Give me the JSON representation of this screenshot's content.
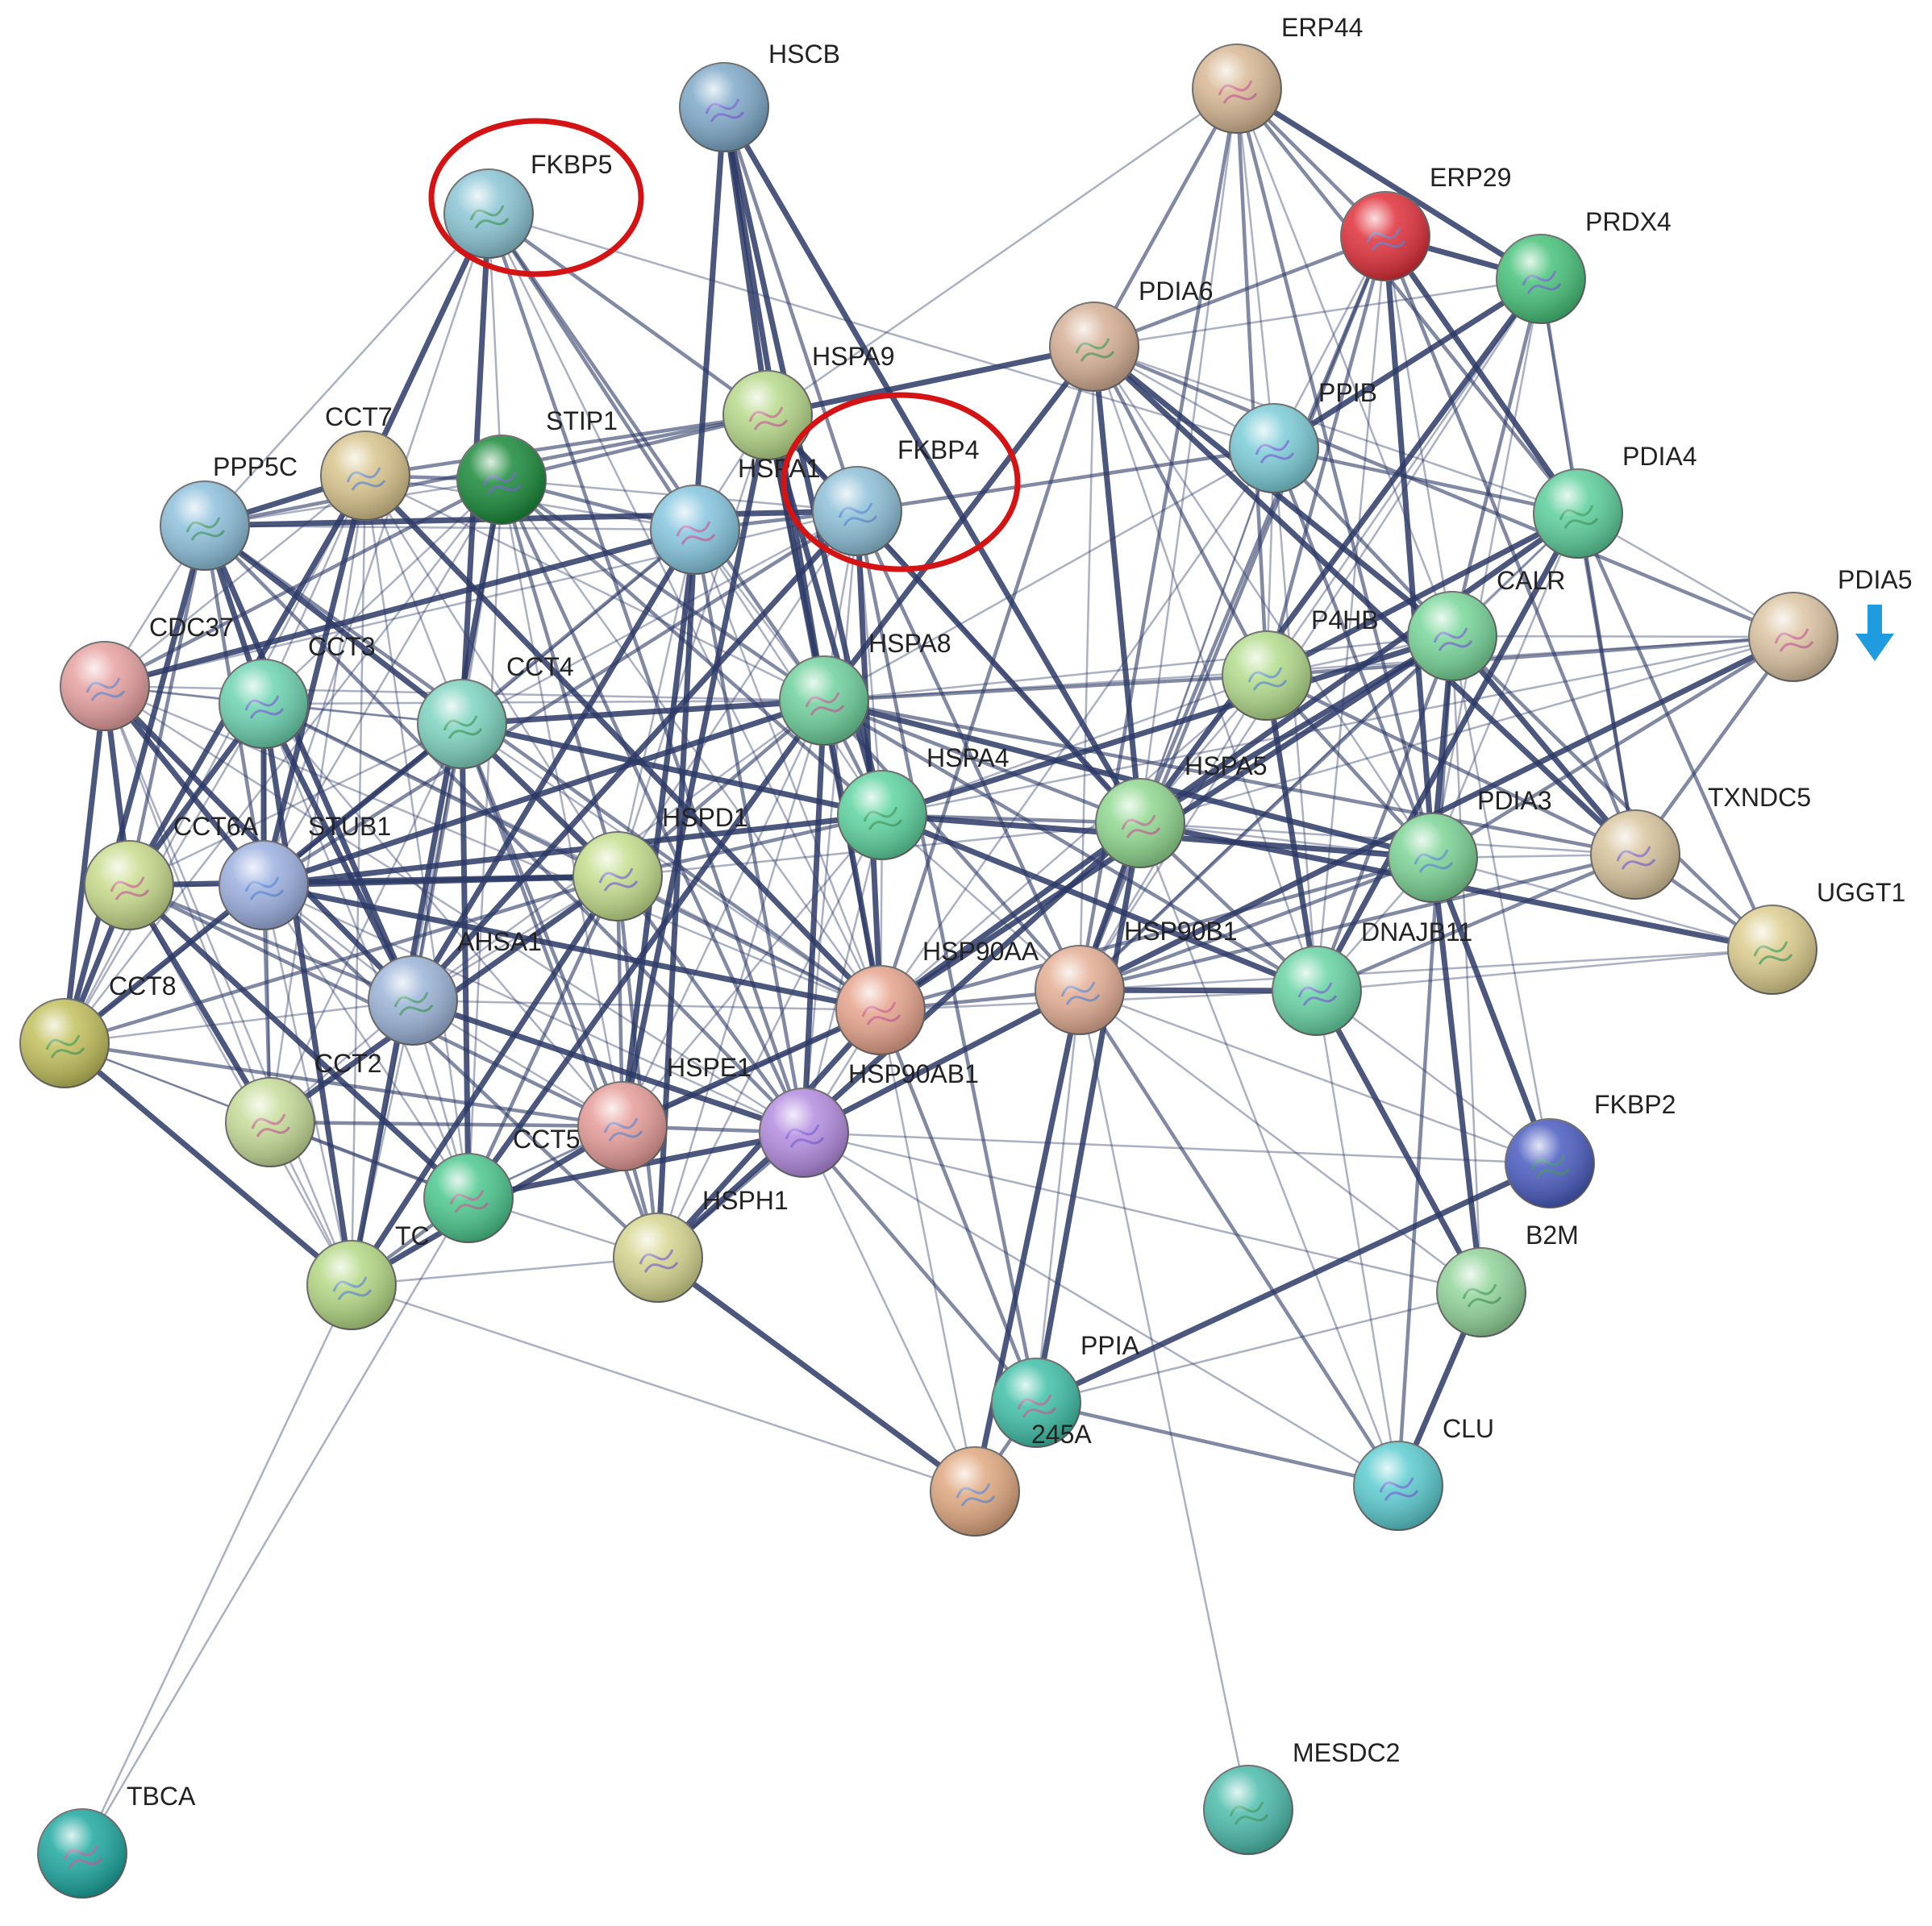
{
  "nodes": [
    {
      "id": "HSCB",
      "label": "HSCB",
      "color": "#7fa9c9"
    },
    {
      "id": "FKBP5",
      "label": "FKBP5",
      "color": "#8cc6d6"
    },
    {
      "id": "ERP44",
      "label": "ERP44",
      "color": "#d8b894"
    },
    {
      "id": "ERP29",
      "label": "ERP29",
      "color": "#e0303a"
    },
    {
      "id": "PRDX4",
      "label": "PRDX4",
      "color": "#47c27a"
    },
    {
      "id": "PDIA6",
      "label": "PDIA6",
      "color": "#d6b096"
    },
    {
      "id": "HSPA9",
      "label": "HSPA9",
      "color": "#b7d98a"
    },
    {
      "id": "CCT7",
      "label": "CCT7",
      "color": "#d8c48c"
    },
    {
      "id": "STIP1",
      "label": "STIP1",
      "color": "#1a8a3a"
    },
    {
      "id": "PPP5C",
      "label": "PPP5C",
      "color": "#8ec0dc"
    },
    {
      "id": "HSPA1",
      "label": "HSPA1",
      "color": "#86c6e0"
    },
    {
      "id": "FKBP4",
      "label": "FKBP4",
      "color": "#8ec0d8"
    },
    {
      "id": "PPIB",
      "label": "PPIB",
      "color": "#7ccdd8"
    },
    {
      "id": "PDIA4",
      "label": "PDIA4",
      "color": "#5ccf9c"
    },
    {
      "id": "PDIA5",
      "label": "PDIA5",
      "color": "#dcc4a2"
    },
    {
      "id": "CDC37",
      "label": "CDC37",
      "color": "#e7a0a0"
    },
    {
      "id": "CCT3",
      "label": "CCT3",
      "color": "#6cd3b0"
    },
    {
      "id": "CCT4",
      "label": "CCT4",
      "color": "#7ed4c0"
    },
    {
      "id": "HSPA8",
      "label": "HSPA8",
      "color": "#6ed19c"
    },
    {
      "id": "P4HB",
      "label": "P4HB",
      "color": "#b3dc8c"
    },
    {
      "id": "CALR",
      "label": "CALR",
      "color": "#78d69a"
    },
    {
      "id": "HSPA4",
      "label": "HSPA4",
      "color": "#5ed4a0"
    },
    {
      "id": "HSPA5",
      "label": "HSPA5",
      "color": "#90d890"
    },
    {
      "id": "PDIA3",
      "label": "PDIA3",
      "color": "#7cd496"
    },
    {
      "id": "TXNDC5",
      "label": "TXNDC5",
      "color": "#d8c49c"
    },
    {
      "id": "UGGT1",
      "label": "UGGT1",
      "color": "#dccd8e"
    },
    {
      "id": "CCT6A",
      "label": "CCT6A",
      "color": "#c8dc8c"
    },
    {
      "id": "STUB1",
      "label": "STUB1",
      "color": "#9cb0e0"
    },
    {
      "id": "HSPD1",
      "label": "HSPD1",
      "color": "#c4de8c"
    },
    {
      "id": "AHSA1",
      "label": "AHSA1",
      "color": "#9cb4d8"
    },
    {
      "id": "HSP90AA",
      "label": "HSP90AA",
      "color": "#e6a48c"
    },
    {
      "id": "HSP90B1",
      "label": "HSP90B1",
      "color": "#e4ae94"
    },
    {
      "id": "DNAJB11",
      "label": "DNAJB11",
      "color": "#68d4a4"
    },
    {
      "id": "CCT8",
      "label": "CCT8",
      "color": "#c2c05c"
    },
    {
      "id": "CCT2",
      "label": "CCT2",
      "color": "#c6dc98"
    },
    {
      "id": "HSPE1",
      "label": "HSPE1",
      "color": "#e69c98"
    },
    {
      "id": "HSP90AB1",
      "label": "HSP90AB1",
      "color": "#b48ce0"
    },
    {
      "id": "FKBP2",
      "label": "FKBP2",
      "color": "#4a5cc0"
    },
    {
      "id": "CCT5",
      "label": "CCT5",
      "color": "#4cc88e"
    },
    {
      "id": "TC",
      "label": "TC",
      "color": "#b4d884"
    },
    {
      "id": "HSPH1",
      "label": "HSPH1",
      "color": "#d6d690"
    },
    {
      "id": "B2M",
      "label": "B2M",
      "color": "#92d49a"
    },
    {
      "id": "PPIA",
      "label": "PPIA",
      "color": "#40c0a8"
    },
    {
      "id": "245A",
      "label": "245A",
      "color": "#e0a880"
    },
    {
      "id": "CLU",
      "label": "CLU",
      "color": "#5cccd0"
    },
    {
      "id": "MESDC2",
      "label": "MESDC2",
      "color": "#4cbcac"
    },
    {
      "id": "TBCA",
      "label": "TBCA",
      "color": "#1ea8a0"
    }
  ],
  "edges": [
    [
      "FKBP5",
      "PPP5C"
    ],
    [
      "FKBP5",
      "CCT7"
    ],
    [
      "FKBP5",
      "STIP1"
    ],
    [
      "FKBP5",
      "HSPA1"
    ],
    [
      "FKBP5",
      "HSPA9"
    ],
    [
      "FKBP5",
      "HSPA8"
    ],
    [
      "FKBP5",
      "HSP90AA"
    ],
    [
      "FKBP5",
      "PPIB"
    ],
    [
      "FKBP5",
      "HSP90AB1"
    ],
    [
      "FKBP5",
      "STUB1"
    ],
    [
      "FKBP5",
      "CCT4"
    ],
    [
      "HSCB",
      "HSPA9"
    ],
    [
      "HSCB",
      "HSPA1"
    ],
    [
      "HSCB",
      "HSPA8"
    ],
    [
      "HSCB",
      "FKBP4"
    ],
    [
      "HSCB",
      "HSPA5"
    ],
    [
      "HSCB",
      "HSPA4"
    ],
    [
      "ERP44",
      "ERP29"
    ],
    [
      "ERP44",
      "PRDX4"
    ],
    [
      "ERP44",
      "PDIA6"
    ],
    [
      "ERP44",
      "P4HB"
    ],
    [
      "ERP44",
      "CALR"
    ],
    [
      "ERP44",
      "HSPA5"
    ],
    [
      "ERP44",
      "PDIA3"
    ],
    [
      "ERP44",
      "PDIA4"
    ],
    [
      "ERP44",
      "PPIB"
    ],
    [
      "ERP44",
      "HSP90B1"
    ],
    [
      "ERP44",
      "HSPA9"
    ],
    [
      "ERP29",
      "PRDX4"
    ],
    [
      "ERP29",
      "PDIA6"
    ],
    [
      "ERP29",
      "P4HB"
    ],
    [
      "ERP29",
      "CALR"
    ],
    [
      "ERP29",
      "HSPA5"
    ],
    [
      "ERP29",
      "PDIA3"
    ],
    [
      "ERP29",
      "PDIA4"
    ],
    [
      "ERP29",
      "HSP90B1"
    ],
    [
      "ERP29",
      "PPIB"
    ],
    [
      "ERP29",
      "TXNDC5"
    ],
    [
      "ERP29",
      "DNAJB11"
    ],
    [
      "PRDX4",
      "PDIA6"
    ],
    [
      "PRDX4",
      "PDIA4"
    ],
    [
      "PRDX4",
      "P4HB"
    ],
    [
      "PRDX4",
      "CALR"
    ],
    [
      "PRDX4",
      "HSPA5"
    ],
    [
      "PRDX4",
      "PDIA3"
    ],
    [
      "PRDX4",
      "HSP90B1"
    ],
    [
      "PRDX4",
      "TXNDC5"
    ],
    [
      "PRDX4",
      "PPIB"
    ],
    [
      "PDIA6",
      "P4HB"
    ],
    [
      "PDIA6",
      "CALR"
    ],
    [
      "PDIA6",
      "HSPA5"
    ],
    [
      "PDIA6",
      "PDIA3"
    ],
    [
      "PDIA6",
      "PDIA4"
    ],
    [
      "PDIA6",
      "HSP90B1"
    ],
    [
      "PDIA6",
      "PPIB"
    ],
    [
      "PDIA6",
      "DNAJB11"
    ],
    [
      "PDIA6",
      "HSPA8"
    ],
    [
      "PDIA6",
      "HSPA9"
    ],
    [
      "PDIA6",
      "TXNDC5"
    ],
    [
      "PDIA6",
      "HSP90AA"
    ],
    [
      "HSPA9",
      "HSPA1"
    ],
    [
      "HSPA9",
      "HSPA8"
    ],
    [
      "HSPA9",
      "HSPD1"
    ],
    [
      "HSPA9",
      "HSPA4"
    ],
    [
      "HSPA9",
      "STIP1"
    ],
    [
      "HSPA9",
      "HSPA5"
    ],
    [
      "HSPA9",
      "HSP90AA"
    ],
    [
      "HSPA9",
      "CCT7"
    ],
    [
      "HSPA9",
      "PPP5C"
    ],
    [
      "HSPA9",
      "HSPE1"
    ],
    [
      "HSPA9",
      "FKBP4"
    ],
    [
      "CCT7",
      "STIP1"
    ],
    [
      "CCT7",
      "PPP5C"
    ],
    [
      "CCT7",
      "CCT3"
    ],
    [
      "CCT7",
      "CCT4"
    ],
    [
      "CCT7",
      "CCT6A"
    ],
    [
      "CCT7",
      "CCT8"
    ],
    [
      "CCT7",
      "CCT2"
    ],
    [
      "CCT7",
      "CCT5"
    ],
    [
      "CCT7",
      "TC"
    ],
    [
      "CCT7",
      "HSPD1"
    ],
    [
      "CCT7",
      "HSPA8"
    ],
    [
      "CCT7",
      "STUB1"
    ],
    [
      "CCT7",
      "HSPA1"
    ],
    [
      "CCT7",
      "CDC37"
    ],
    [
      "CCT7",
      "HSP90AA"
    ],
    [
      "STIP1",
      "PPP5C"
    ],
    [
      "STIP1",
      "HSPA1"
    ],
    [
      "STIP1",
      "FKBP4"
    ],
    [
      "STIP1",
      "HSPA8"
    ],
    [
      "STIP1",
      "HSP90AA"
    ],
    [
      "STIP1",
      "HSP90AB1"
    ],
    [
      "STIP1",
      "STUB1"
    ],
    [
      "STIP1",
      "AHSA1"
    ],
    [
      "STIP1",
      "CDC37"
    ],
    [
      "STIP1",
      "CCT3"
    ],
    [
      "STIP1",
      "CCT4"
    ],
    [
      "STIP1",
      "HSPA4"
    ],
    [
      "STIP1",
      "HSPD1"
    ],
    [
      "STIP1",
      "CCT5"
    ],
    [
      "STIP1",
      "HSPE1"
    ],
    [
      "STIP1",
      "TC"
    ],
    [
      "STIP1",
      "CCT8"
    ],
    [
      "PPP5C",
      "CDC37"
    ],
    [
      "PPP5C",
      "CCT3"
    ],
    [
      "PPP5C",
      "CCT4"
    ],
    [
      "PPP5C",
      "STUB1"
    ],
    [
      "PPP5C",
      "HSP90AA"
    ],
    [
      "PPP5C",
      "HSP90AB1"
    ],
    [
      "PPP5C",
      "AHSA1"
    ],
    [
      "PPP5C",
      "CCT6A"
    ],
    [
      "PPP5C",
      "CCT8"
    ],
    [
      "PPP5C",
      "HSPA1"
    ],
    [
      "PPP5C",
      "FKBP4"
    ],
    [
      "HSPA1",
      "FKBP4"
    ],
    [
      "HSPA1",
      "HSPA8"
    ],
    [
      "HSPA1",
      "HSPA4"
    ],
    [
      "HSPA1",
      "HSP90AA"
    ],
    [
      "HSPA1",
      "HSP90AB1"
    ],
    [
      "HSPA1",
      "STUB1"
    ],
    [
      "HSPA1",
      "HSPD1"
    ],
    [
      "HSPA1",
      "CDC37"
    ],
    [
      "HSPA1",
      "HSPE1"
    ],
    [
      "HSPA1",
      "HSPH1"
    ],
    [
      "HSPA1",
      "CCT4"
    ],
    [
      "HSPA1",
      "AHSA1"
    ],
    [
      "FKBP4",
      "HSPA8"
    ],
    [
      "FKBP4",
      "HSP90AA"
    ],
    [
      "FKBP4",
      "HSP90AB1"
    ],
    [
      "FKBP4",
      "HSPA4"
    ],
    [
      "FKBP4",
      "STUB1"
    ],
    [
      "FKBP4",
      "HSPD1"
    ],
    [
      "FKBP4",
      "CDC37"
    ],
    [
      "FKBP4",
      "AHSA1"
    ],
    [
      "FKBP4",
      "PPIB"
    ],
    [
      "FKBP4",
      "HSP90B1"
    ],
    [
      "FKBP4",
      "CCT4"
    ],
    [
      "FKBP4",
      "HSPA5"
    ],
    [
      "FKBP4",
      "PPIA"
    ],
    [
      "PPIB",
      "P4HB"
    ],
    [
      "PPIB",
      "CALR"
    ],
    [
      "PPIB",
      "HSPA5"
    ],
    [
      "PPIB",
      "PDIA3"
    ],
    [
      "PPIB",
      "PDIA4"
    ],
    [
      "PPIB",
      "HSP90B1"
    ],
    [
      "PPIB",
      "DNAJB11"
    ],
    [
      "PPIB",
      "HSP90AA"
    ],
    [
      "PPIB",
      "HSPA8"
    ],
    [
      "PDIA4",
      "P4HB"
    ],
    [
      "PDIA4",
      "CALR"
    ],
    [
      "PDIA4",
      "HSPA5"
    ],
    [
      "PDIA4",
      "PDIA3"
    ],
    [
      "PDIA4",
      "HSP90B1"
    ],
    [
      "PDIA4",
      "TXNDC5"
    ],
    [
      "PDIA4",
      "UGGT1"
    ],
    [
      "PDIA4",
      "DNAJB11"
    ],
    [
      "PDIA4",
      "PDIA5"
    ],
    [
      "PDIA5",
      "CALR"
    ],
    [
      "PDIA5",
      "P4HB"
    ],
    [
      "PDIA5",
      "HSPA5"
    ],
    [
      "PDIA5",
      "PDIA3"
    ],
    [
      "PDIA5",
      "HSP90B1"
    ],
    [
      "PDIA5",
      "PDIA6"
    ],
    [
      "PDIA5",
      "TXNDC5"
    ],
    [
      "PDIA5",
      "HSPA8"
    ],
    [
      "PDIA5",
      "HSPA4"
    ],
    [
      "CDC37",
      "CCT3"
    ],
    [
      "CDC37",
      "CCT4"
    ],
    [
      "CDC37",
      "CCT6A"
    ],
    [
      "CDC37",
      "STUB1"
    ],
    [
      "CDC37",
      "CCT8"
    ],
    [
      "CDC37",
      "CCT2"
    ],
    [
      "CDC37",
      "AHSA1"
    ],
    [
      "CDC37",
      "HSP90AA"
    ],
    [
      "CDC37",
      "HSP90AB1"
    ],
    [
      "CDC37",
      "HSPA8"
    ],
    [
      "CDC37",
      "TC"
    ],
    [
      "CCT3",
      "CCT4"
    ],
    [
      "CCT3",
      "CCT6A"
    ],
    [
      "CCT3",
      "STUB1"
    ],
    [
      "CCT3",
      "CCT8"
    ],
    [
      "CCT3",
      "CCT2"
    ],
    [
      "CCT3",
      "CCT5"
    ],
    [
      "CCT3",
      "TC"
    ],
    [
      "CCT3",
      "HSPD1"
    ],
    [
      "CCT3",
      "AHSA1"
    ],
    [
      "CCT3",
      "HSPA8"
    ],
    [
      "CCT3",
      "HSP90AA"
    ],
    [
      "CCT3",
      "HSPE1"
    ],
    [
      "CCT4",
      "CCT6A"
    ],
    [
      "CCT4",
      "STUB1"
    ],
    [
      "CCT4",
      "CCT8"
    ],
    [
      "CCT4",
      "CCT2"
    ],
    [
      "CCT4",
      "CCT5"
    ],
    [
      "CCT4",
      "TC"
    ],
    [
      "CCT4",
      "HSPD1"
    ],
    [
      "CCT4",
      "AHSA1"
    ],
    [
      "CCT4",
      "HSPA8"
    ],
    [
      "CCT4",
      "HSPA4"
    ],
    [
      "CCT4",
      "HSP90AA"
    ],
    [
      "CCT4",
      "HSPE1"
    ],
    [
      "CCT4",
      "HSPH1"
    ],
    [
      "HSPA8",
      "HSPA4"
    ],
    [
      "HSPA8",
      "HSPA5"
    ],
    [
      "HSPA8",
      "HSPD1"
    ],
    [
      "HSPA8",
      "HSP90AA"
    ],
    [
      "HSPA8",
      "HSP90AB1"
    ],
    [
      "HSPA8",
      "HSP90B1"
    ],
    [
      "HSPA8",
      "STUB1"
    ],
    [
      "HSPA8",
      "HSPE1"
    ],
    [
      "HSPA8",
      "HSPH1"
    ],
    [
      "HSPA8",
      "CCT5"
    ],
    [
      "HSPA8",
      "AHSA1"
    ],
    [
      "HSPA8",
      "P4HB"
    ],
    [
      "HSPA8",
      "CALR"
    ],
    [
      "HSPA8",
      "PDIA3"
    ],
    [
      "HSPA8",
      "DNAJB11"
    ],
    [
      "HSPA8",
      "TXNDC5"
    ],
    [
      "P4HB",
      "CALR"
    ],
    [
      "P4HB",
      "HSPA5"
    ],
    [
      "P4HB",
      "PDIA3"
    ],
    [
      "P4HB",
      "HSP90B1"
    ],
    [
      "P4HB",
      "DNAJB11"
    ],
    [
      "P4HB",
      "TXNDC5"
    ],
    [
      "P4HB",
      "HSP90AA"
    ],
    [
      "P4HB",
      "HSPA4"
    ],
    [
      "CALR",
      "HSPA5"
    ],
    [
      "CALR",
      "PDIA3"
    ],
    [
      "CALR",
      "HSP90B1"
    ],
    [
      "CALR",
      "DNAJB11"
    ],
    [
      "CALR",
      "TXNDC5"
    ],
    [
      "CALR",
      "UGGT1"
    ],
    [
      "CALR",
      "B2M"
    ],
    [
      "CALR",
      "FKBP2"
    ],
    [
      "CALR",
      "CLU"
    ],
    [
      "CALR",
      "HSP90AA"
    ],
    [
      "CALR",
      "HSPA4"
    ],
    [
      "HSPA4",
      "HSPA5"
    ],
    [
      "HSPA4",
      "HSPD1"
    ],
    [
      "HSPA4",
      "HSP90AA"
    ],
    [
      "HSPA4",
      "HSP90AB1"
    ],
    [
      "HSPA4",
      "HSP90B1"
    ],
    [
      "HSPA4",
      "HSPH1"
    ],
    [
      "HSPA4",
      "STUB1"
    ],
    [
      "HSPA4",
      "HSPE1"
    ],
    [
      "HSPA4",
      "DNAJB11"
    ],
    [
      "HSPA4",
      "PDIA3"
    ],
    [
      "HSPA5",
      "PDIA3"
    ],
    [
      "HSPA5",
      "HSP90B1"
    ],
    [
      "HSPA5",
      "DNAJB11"
    ],
    [
      "HSPA5",
      "HSP90AA"
    ],
    [
      "HSPA5",
      "HSPD1"
    ],
    [
      "HSPA5",
      "TXNDC5"
    ],
    [
      "HSPA5",
      "UGGT1"
    ],
    [
      "HSPA5",
      "HSPH1"
    ],
    [
      "HSPA5",
      "CLU"
    ],
    [
      "HSPA5",
      "PPIA"
    ],
    [
      "PDIA3",
      "HSP90B1"
    ],
    [
      "PDIA3",
      "DNAJB11"
    ],
    [
      "PDIA3",
      "TXNDC5"
    ],
    [
      "PDIA3",
      "UGGT1"
    ],
    [
      "PDIA3",
      "FKBP2"
    ],
    [
      "PDIA3",
      "B2M"
    ],
    [
      "PDIA3",
      "HSP90AA"
    ],
    [
      "TXNDC5",
      "UGGT1"
    ],
    [
      "TXNDC5",
      "HSP90B1"
    ],
    [
      "TXNDC5",
      "DNAJB11"
    ],
    [
      "UGGT1",
      "HSP90B1"
    ],
    [
      "UGGT1",
      "DNAJB11"
    ],
    [
      "CCT6A",
      "STUB1"
    ],
    [
      "CCT6A",
      "CCT8"
    ],
    [
      "CCT6A",
      "CCT2"
    ],
    [
      "CCT6A",
      "CCT5"
    ],
    [
      "CCT6A",
      "TC"
    ],
    [
      "CCT6A",
      "HSPD1"
    ],
    [
      "CCT6A",
      "AHSA1"
    ],
    [
      "CCT6A",
      "HSPE1"
    ],
    [
      "STUB1",
      "CCT8"
    ],
    [
      "STUB1",
      "CCT2"
    ],
    [
      "STUB1",
      "AHSA1"
    ],
    [
      "STUB1",
      "HSPD1"
    ],
    [
      "STUB1",
      "HSP90AA"
    ],
    [
      "STUB1",
      "HSP90AB1"
    ],
    [
      "STUB1",
      "CCT5"
    ],
    [
      "STUB1",
      "TC"
    ],
    [
      "STUB1",
      "HSPH1"
    ],
    [
      "HSPD1",
      "HSPE1"
    ],
    [
      "HSPD1",
      "HSP90AA"
    ],
    [
      "HSPD1",
      "HSP90AB1"
    ],
    [
      "HSPD1",
      "CCT2"
    ],
    [
      "HSPD1",
      "CCT5"
    ],
    [
      "HSPD1",
      "TC"
    ],
    [
      "HSPD1",
      "AHSA1"
    ],
    [
      "HSPD1",
      "HSPH1"
    ],
    [
      "HSPD1",
      "CCT8"
    ],
    [
      "AHSA1",
      "HSP90AA"
    ],
    [
      "AHSA1",
      "HSP90AB1"
    ],
    [
      "AHSA1",
      "CCT2"
    ],
    [
      "AHSA1",
      "CCT5"
    ],
    [
      "AHSA1",
      "TC"
    ],
    [
      "AHSA1",
      "HSPE1"
    ],
    [
      "AHSA1",
      "CCT8"
    ],
    [
      "HSP90AA",
      "HSP90B1"
    ],
    [
      "HSP90AA",
      "HSP90AB1"
    ],
    [
      "HSP90AA",
      "HSPE1"
    ],
    [
      "HSP90AA",
      "HSPH1"
    ],
    [
      "HSP90AA",
      "CCT5"
    ],
    [
      "HSP90AA",
      "PPIA"
    ],
    [
      "HSP90AA",
      "245A"
    ],
    [
      "HSP90AA",
      "DNAJB11"
    ],
    [
      "HSP90B1",
      "DNAJB11"
    ],
    [
      "HSP90B1",
      "HSP90AB1"
    ],
    [
      "HSP90B1",
      "PPIA"
    ],
    [
      "HSP90B1",
      "CLU"
    ],
    [
      "HSP90B1",
      "B2M"
    ],
    [
      "HSP90B1",
      "FKBP2"
    ],
    [
      "HSP90B1",
      "MESDC2"
    ],
    [
      "HSP90B1",
      "245A"
    ],
    [
      "DNAJB11",
      "FKBP2"
    ],
    [
      "DNAJB11",
      "B2M"
    ],
    [
      "DNAJB11",
      "CLU"
    ],
    [
      "CCT8",
      "CCT2"
    ],
    [
      "CCT8",
      "CCT5"
    ],
    [
      "CCT8",
      "TC"
    ],
    [
      "CCT8",
      "HSPE1"
    ],
    [
      "CCT2",
      "CCT5"
    ],
    [
      "CCT2",
      "TC"
    ],
    [
      "CCT2",
      "HSPE1"
    ],
    [
      "HSPE1",
      "HSP90AB1"
    ],
    [
      "HSPE1",
      "CCT5"
    ],
    [
      "HSPE1",
      "HSPH1"
    ],
    [
      "HSPE1",
      "TC"
    ],
    [
      "HSP90AB1",
      "HSPH1"
    ],
    [
      "HSP90AB1",
      "CCT5"
    ],
    [
      "HSP90AB1",
      "PPIA"
    ],
    [
      "HSP90AB1",
      "245A"
    ],
    [
      "HSP90AB1",
      "FKBP2"
    ],
    [
      "HSP90AB1",
      "CLU"
    ],
    [
      "HSP90AB1",
      "B2M"
    ],
    [
      "CCT5",
      "TC"
    ],
    [
      "CCT5",
      "HSPH1"
    ],
    [
      "CCT5",
      "TBCA"
    ],
    [
      "TC",
      "HSPH1"
    ],
    [
      "TC",
      "TBCA"
    ],
    [
      "TC",
      "245A"
    ],
    [
      "HSPH1",
      "245A"
    ],
    [
      "FKBP2",
      "PPIA"
    ],
    [
      "B2M",
      "CLU"
    ],
    [
      "PPIA",
      "245A"
    ],
    [
      "PPIA",
      "CLU"
    ],
    [
      "PPIA",
      "B2M"
    ]
  ],
  "highlights": [
    {
      "target": "FKBP5",
      "color": "#d41414"
    },
    {
      "target": "FKBP4",
      "color": "#d41414"
    }
  ],
  "marker": {
    "target": "PDIA5",
    "icon": "down-arrow-icon",
    "color": "#1f9be0"
  }
}
